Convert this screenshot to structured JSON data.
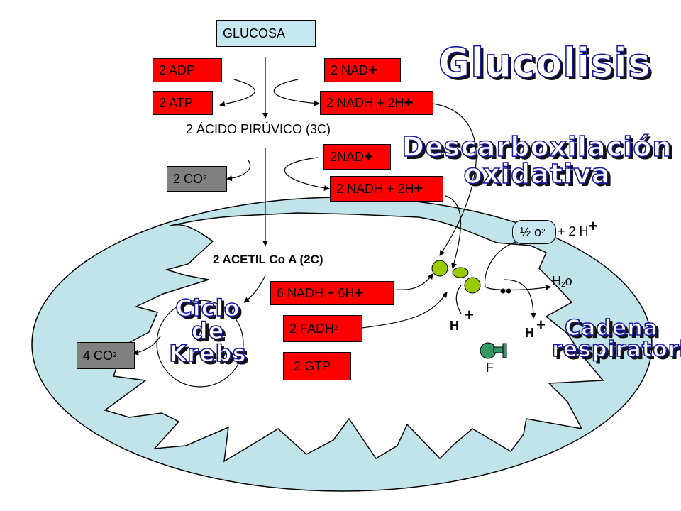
{
  "boxes": {
    "glucosa": "GLUCOSA",
    "adp": "2 ADP",
    "atp": "2 ATP",
    "nad1_text": "2 NAD",
    "nad1_sup": "+",
    "nadh1_text": "2 NADH + 2H",
    "nadh1_sup": "+",
    "nad2_text": "2NAD",
    "nad2_sup": "+",
    "co2_text": "2 CO",
    "co2_sub": "2",
    "nadh2_text": "2 NADH + 2H",
    "nadh2_sup": "+",
    "nadh3_text": "6 NADH + 6H",
    "nadh3_sup": "+",
    "fadh_text": "2 FADH",
    "fadh_sub": "2",
    "gtp": "2 GTP",
    "co2b_text": "4 CO",
    "co2b_sub": "2",
    "oxygen_text": "½ o",
    "oxygen_sub": "2"
  },
  "labels": {
    "piruvico": "2 ÁCIDO PIRÚVICO (3C)",
    "acetil": "2 ACETIL Co A (2C)",
    "proton_plus": "+ 2 H",
    "proton_plus_sup": "+",
    "water_h": "H",
    "water_sub": "2",
    "water_o": "o",
    "h1": "H",
    "h1_sup": "+",
    "h2": "H",
    "h2_sup": "+",
    "f": "F"
  },
  "titles": {
    "glucolisis": "Glucolisis",
    "descarb1": "Descarboxilación",
    "descarb2": "oxidativa",
    "krebs1": "Ciclo",
    "krebs2": "de",
    "krebs3": "Krebs",
    "cadena1": "Cadena",
    "cadena2": "respiratoria"
  },
  "colors": {
    "red_box": "#ff0000",
    "gray_box": "#808080",
    "cyan_box": "#c6e7ef",
    "mito_fill": "#c1e4ea",
    "enzyme_green": "#99cc00",
    "atp_synthase": "#339966"
  }
}
